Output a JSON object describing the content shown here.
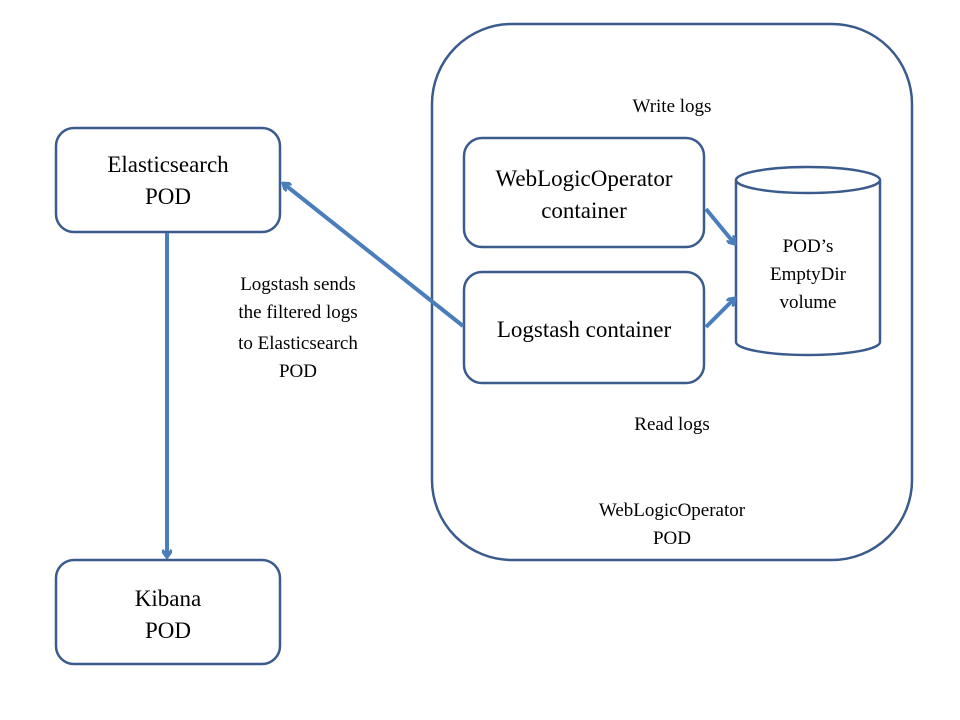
{
  "colors": {
    "box_stroke": "#3b5b8e",
    "arrow": "#4a7ebb"
  },
  "nodes": {
    "weblogic_pod": {
      "lines": [
        "WebLogicOperator",
        "POD"
      ]
    },
    "elasticsearch_pod": {
      "lines": [
        "Elasticsearch",
        "POD"
      ]
    },
    "kibana_pod": {
      "lines": [
        "Kibana",
        "POD"
      ]
    },
    "weblogic_container": {
      "lines": [
        "WebLogicOperator",
        "container"
      ]
    },
    "logstash_container": {
      "lines": [
        "Logstash container"
      ]
    },
    "volume": {
      "lines": [
        "POD’s",
        "EmptyDir",
        "volume"
      ]
    }
  },
  "labels": {
    "write_logs": "Write logs",
    "read_logs": "Read logs",
    "logstash_sends": [
      "Logstash sends",
      "the filtered logs",
      "to Elasticsearch",
      "POD"
    ]
  },
  "edges": [
    {
      "from": "weblogic_container",
      "to": "volume"
    },
    {
      "from": "logstash_container",
      "to": "volume"
    },
    {
      "from": "logstash_container",
      "to": "elasticsearch_pod"
    },
    {
      "from": "elasticsearch_pod",
      "to": "kibana_pod"
    }
  ]
}
